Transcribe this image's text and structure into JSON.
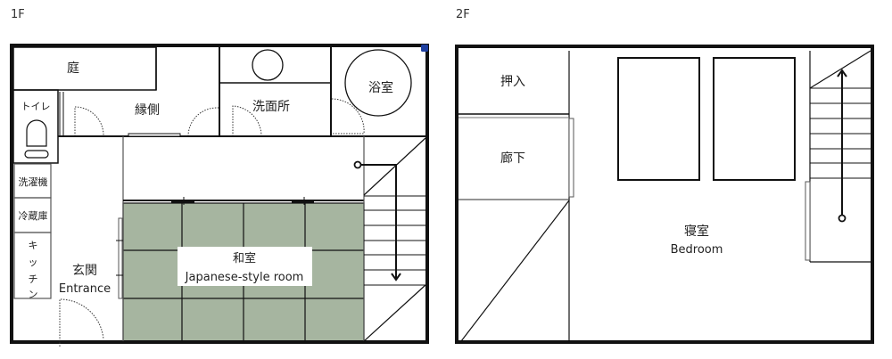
{
  "floors": [
    {
      "label": "1F",
      "rooms": {
        "garden": "庭",
        "toilet": "トイレ",
        "veranda": "縁側",
        "washroom": "洗面所",
        "bathroom": "浴室",
        "washing_machine": "洗濯機",
        "refrigerator": "冷蔵庫",
        "kitchen": [
          "キ",
          "ッ",
          "チ",
          "ン"
        ],
        "entrance_jp": "玄関",
        "entrance_en": "Entrance",
        "japanese_room_jp": "和室",
        "japanese_room_en": "Japanese-style room"
      }
    },
    {
      "label": "2F",
      "rooms": {
        "closet": "押入",
        "hallway": "廊下",
        "bedroom_jp": "寝室",
        "bedroom_en": "Bedroom"
      }
    }
  ],
  "colors": {
    "wall": "#111111",
    "tatami": "#a6b5a0",
    "badge": "#1e3fa0"
  }
}
